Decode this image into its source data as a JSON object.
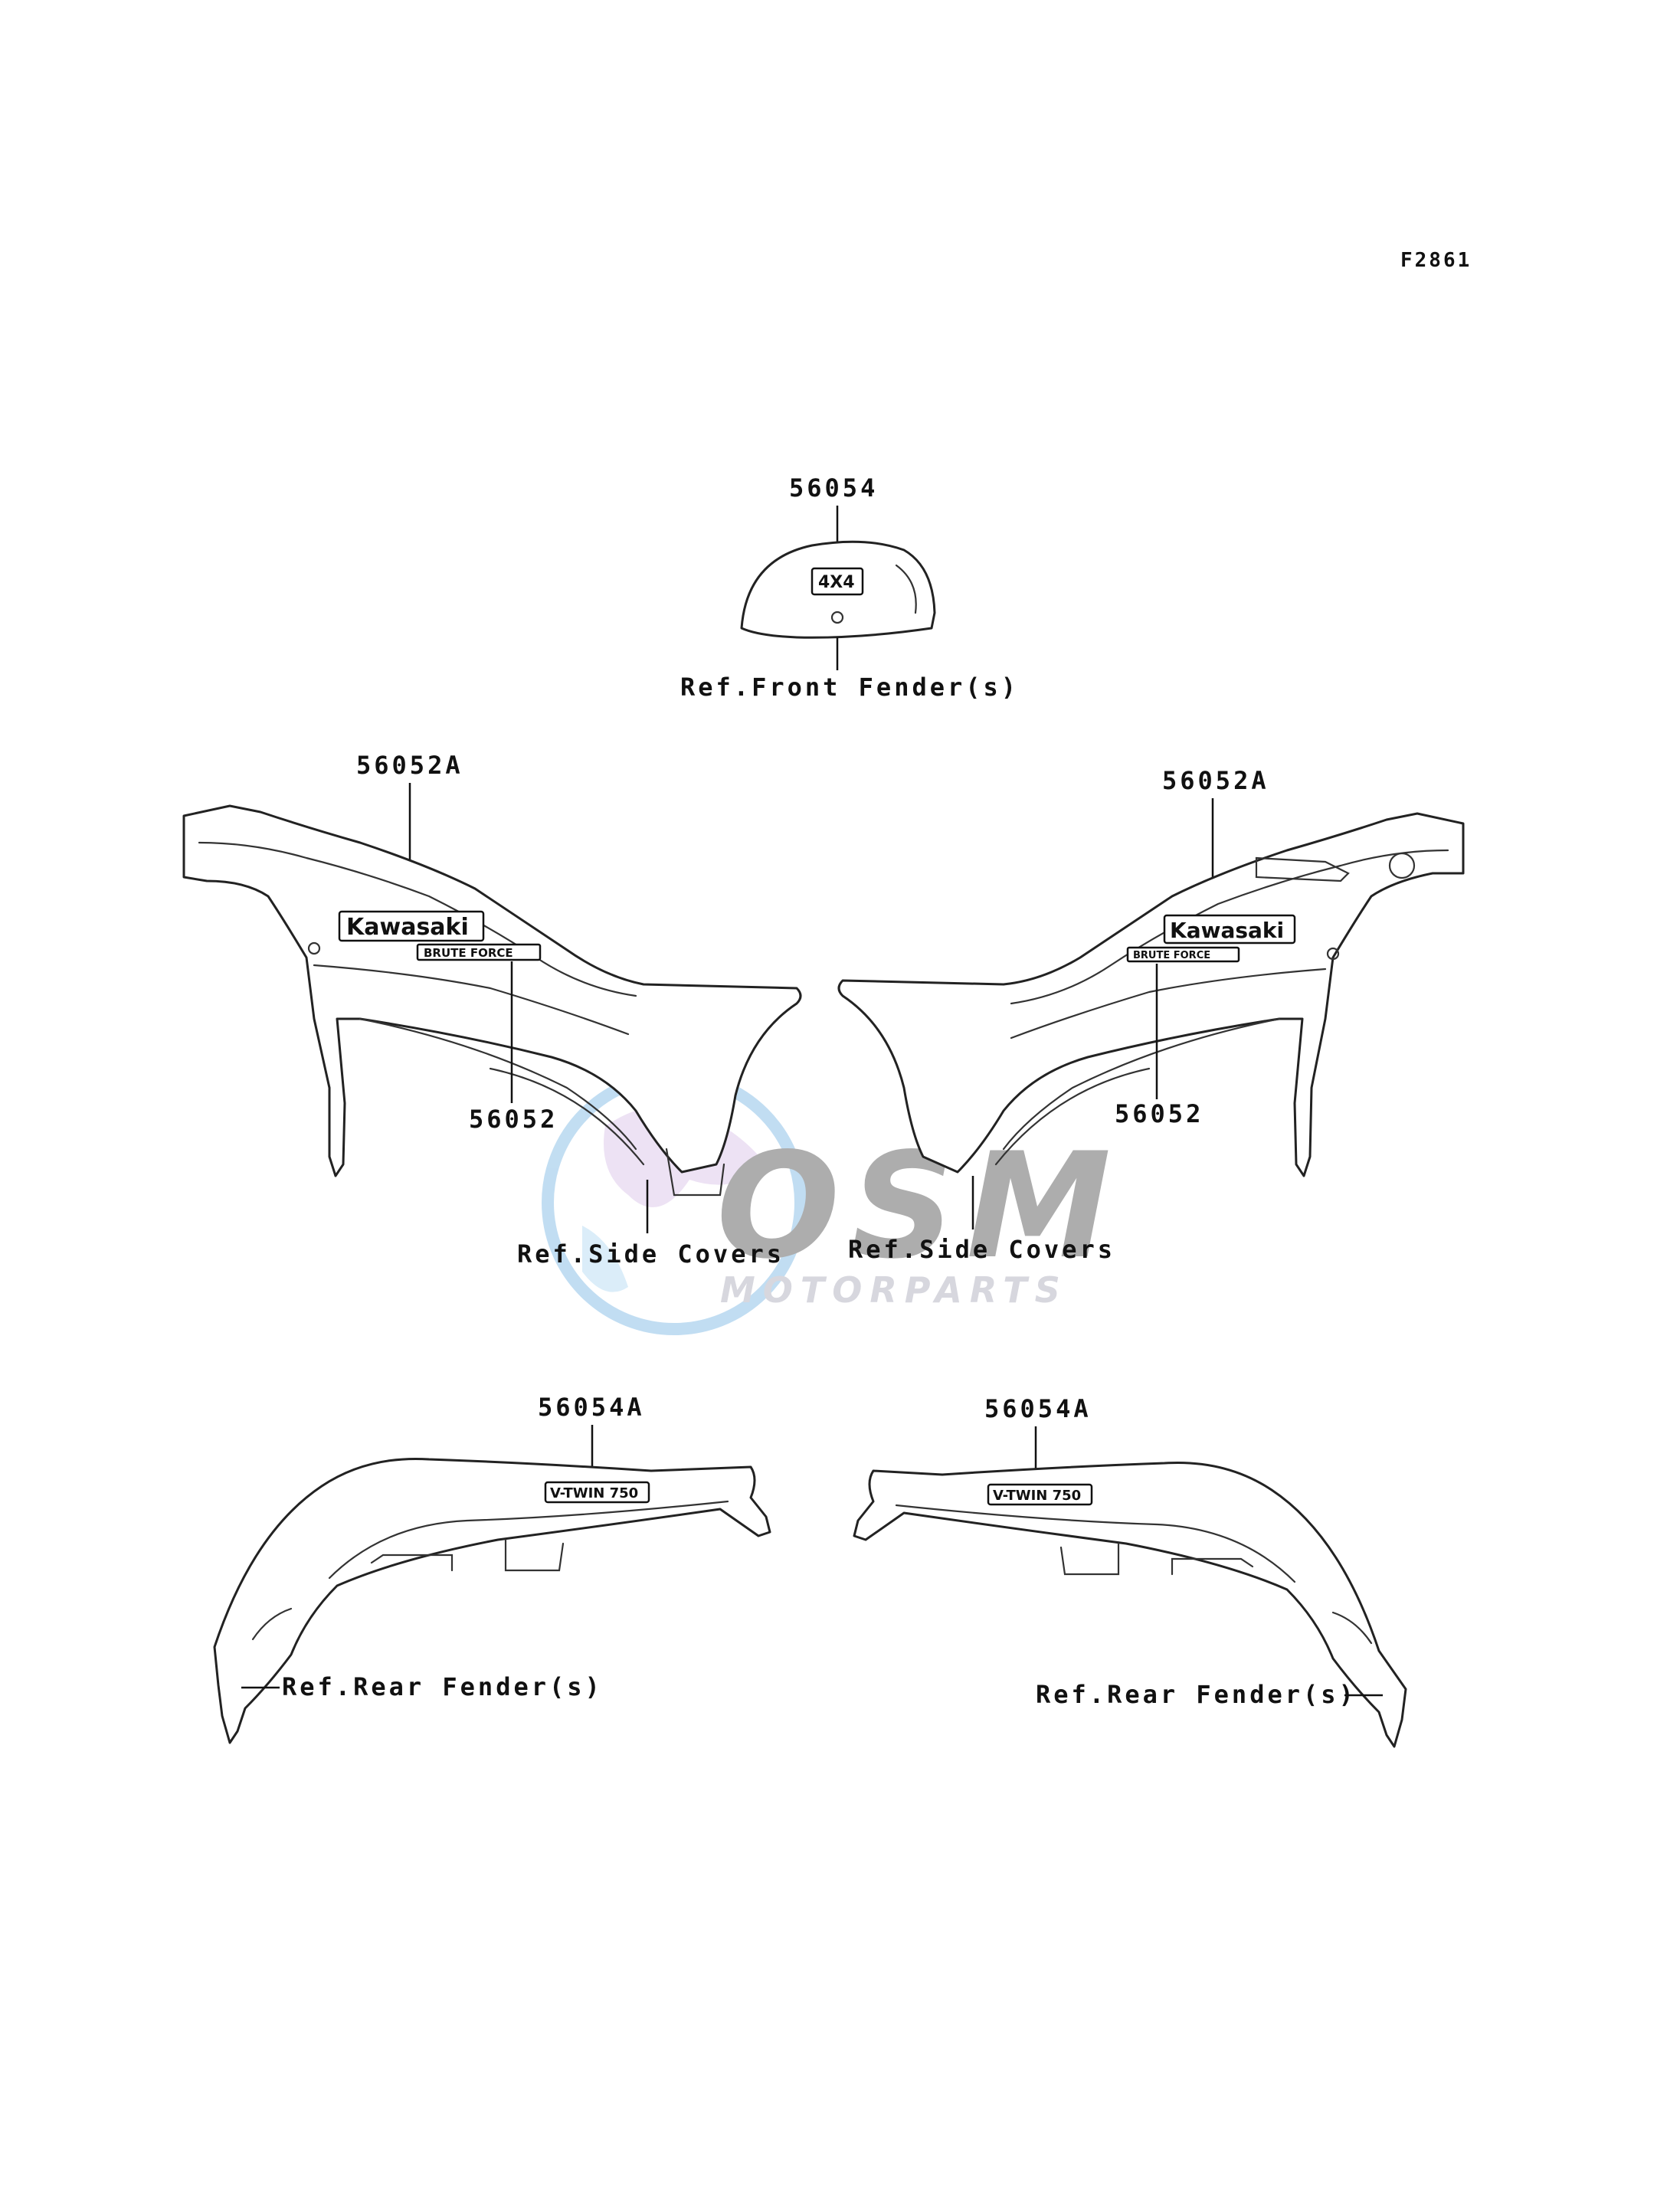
{
  "figure_code": "F2861",
  "parts": {
    "front": {
      "number": "56054",
      "ref": "Ref.Front Fender(s)",
      "decal_text": "4X4"
    },
    "left_side": {
      "upper_number": "56052A",
      "lower_number": "56052",
      "ref": "Ref.Side Covers",
      "decal_main": "Kawasaki",
      "decal_sub": "BRUTE FORCE"
    },
    "right_side": {
      "upper_number": "56052A",
      "lower_number": "56052",
      "ref": "Ref.Side Covers",
      "decal_main": "Kawasaki",
      "decal_sub": "BRUTE FORCE"
    },
    "rear_left": {
      "number": "56054A",
      "ref": "Ref.Rear Fender(s)",
      "decal_text": "V-TWIN 750"
    },
    "rear_right": {
      "number": "56054A",
      "ref": "Ref.Rear Fender(s)",
      "decal_text": "V-TWIN 750"
    }
  },
  "watermark": {
    "logo": "OSM",
    "text": "MOTORPARTS"
  }
}
